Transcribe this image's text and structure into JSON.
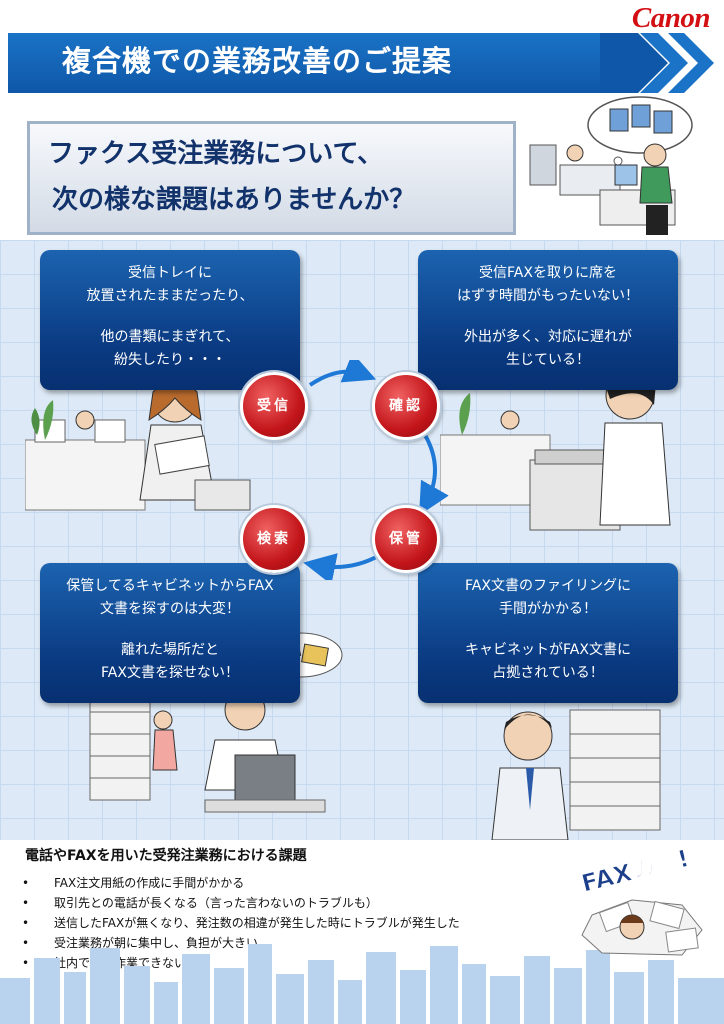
{
  "brand": {
    "logo_text": "Canon",
    "accent": "#d40f14",
    "header_blue": "#1565c0"
  },
  "header": {
    "title": "複合機での業務改善のご提案"
  },
  "subtitle": {
    "line1": "ファクス受注業務について、",
    "line2": "次の様な課題はありませんか？"
  },
  "panels": {
    "top_left": {
      "l1": "受信トレイに",
      "l2": "放置されたままだったり、",
      "l3": "他の書類にまぎれて、",
      "l4": "紛失したり・・・"
    },
    "top_right": {
      "l1": "受信FAXを取りに席を",
      "l2": "はずす時間がもったいない！",
      "l3": "外出が多く、対応に遅れが",
      "l4": "生じている！"
    },
    "bottom_left": {
      "l1": "保管してるキャビネットからFAX",
      "l2": "文書を探すのは大変！",
      "l3": "離れた場所だと",
      "l4": "FAX文書を探せない！"
    },
    "bottom_right": {
      "l1": "FAX文書のファイリングに",
      "l2": "手間がかかる！",
      "l3": "キャビネットがFAX文書に",
      "l4": "占拠されている！"
    }
  },
  "cycle": {
    "receive": "受信",
    "confirm": "確認",
    "store": "保管",
    "search": "検索"
  },
  "bottom": {
    "title": "電話やFAXを用いた受発注業務における課題",
    "items": [
      "FAX注文用紙の作成に手間がかかる",
      "取引先との電話が長くなる（言った言わないのトラブルも）",
      "送信したFAXが無くなり、発注数の相違が発生した時にトラブルが発生した",
      "受注業務が朝に集中し、負担が大きい",
      "社内でしか作業できない"
    ],
    "fax_pile_label": "FAXの山!"
  }
}
